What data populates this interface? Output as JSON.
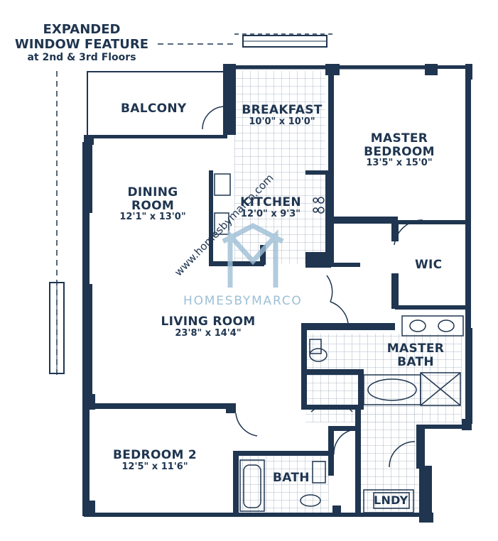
{
  "note": {
    "line1": "EXPANDED",
    "line2": "WINDOW FEATURE",
    "line3": "at 2nd & 3rd Floors"
  },
  "rooms": {
    "balcony": {
      "name": "BALCONY"
    },
    "breakfast": {
      "name": "BREAKFAST",
      "dim": "10'0\" x 10'0\""
    },
    "master_bedroom": {
      "name1": "MASTER",
      "name2": "BEDROOM",
      "dim": "13'5\" x 15'0\""
    },
    "dining_room": {
      "name1": "DINING",
      "name2": "ROOM",
      "dim": "12'1\" x 13'0\""
    },
    "kitchen": {
      "name": "KITCHEN",
      "dim": "12'0\" x 9'3\""
    },
    "wic": {
      "name": "WIC"
    },
    "living_room": {
      "name": "LIVING ROOM",
      "dim": "23'8\" x 14'4\""
    },
    "master_bath": {
      "name1": "MASTER",
      "name2": "BATH"
    },
    "bedroom2": {
      "name": "BEDROOM 2",
      "dim": "12'5\" x 11'6\""
    },
    "bath": {
      "name": "BATH"
    },
    "laundry": {
      "name": "LNDY"
    }
  },
  "watermark": {
    "url": "www.homesbymarco.com",
    "brand": "HOMESBYMARCO"
  },
  "colors": {
    "wall": "#1f3550",
    "tile": "#9aa8b6",
    "watermark": "#9ebfd6"
  }
}
